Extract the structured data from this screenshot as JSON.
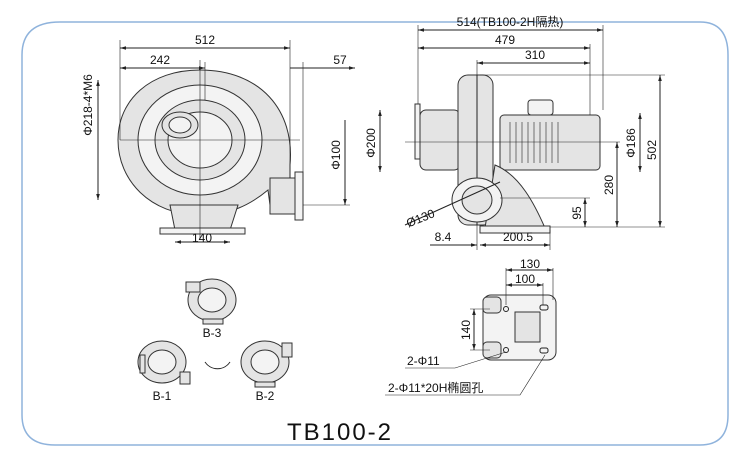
{
  "title": "TB100-2",
  "front_view": {
    "dim_overall_width": "512",
    "dim_inlet_offset": "242",
    "dim_outlet_flange": "57",
    "dim_flange_bolt": "Φ218-4*M6",
    "dim_outlet_dia": "Φ100",
    "dim_base_width": "140"
  },
  "side_view": {
    "dim_length_insulated": "514(TB100-2H隔热)",
    "dim_length": "479",
    "dim_motor_length": "310",
    "dim_inlet_dia": "Φ200",
    "dim_motor_dia": "Φ186",
    "dim_height": "502",
    "dim_center_height": "280",
    "dim_outlet_height": "95",
    "dim_outlet_dia": "Ø130",
    "dim_offset": "8.4",
    "dim_base_length": "200.5"
  },
  "base_view": {
    "dim_outer": "130",
    "dim_inner": "100",
    "dim_hole_spacing": "140",
    "note_holes": "2-Φ11",
    "note_slots": "2-Φ11*20H椭圆孔"
  },
  "orientations": {
    "b3": "B-3",
    "b1": "B-1",
    "b2": "B-2"
  },
  "colors": {
    "frame": "#8fb3dc"
  }
}
